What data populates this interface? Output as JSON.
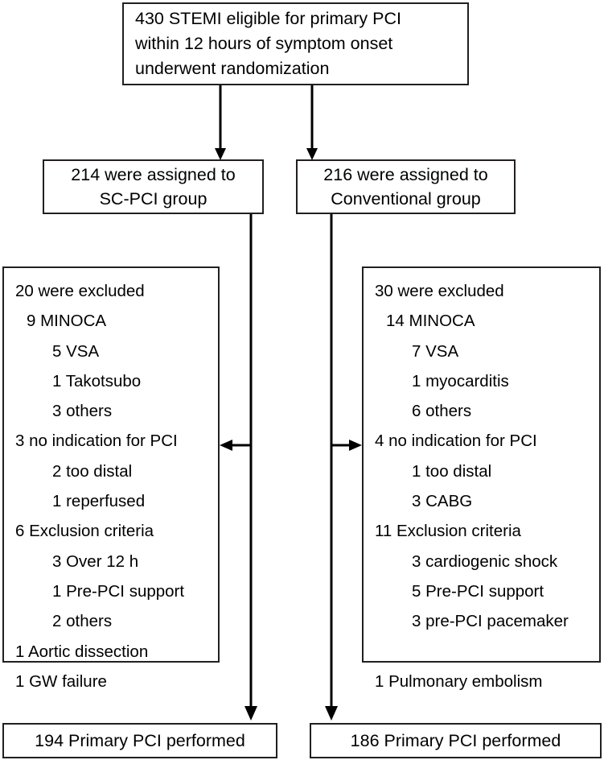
{
  "diagram": {
    "title": "STEMI primary PCI randomization CONSORT flow diagram",
    "stroke_color": "#231f20",
    "background_color": "#ffffff"
  },
  "enrollment": {
    "name": "enrollment-box",
    "lines": [
      "430 STEMI eligible for primary PCI",
      "within 12 hours of symptom onset",
      "underwent randomization"
    ]
  },
  "allocation": {
    "sc_pci": {
      "lines": [
        "214 were assigned to",
        "SC-PCI group"
      ]
    },
    "conventional": {
      "lines": [
        "216 were assigned to",
        "Conventional group"
      ]
    }
  },
  "exclusions": {
    "sc_pci": {
      "heading": "20 were excluded",
      "items": [
        {
          "text": "20 were excluded",
          "indent": 0
        },
        {
          "text": "9 MINOCA",
          "indent": 1
        },
        {
          "text": "5 VSA",
          "indent": 2
        },
        {
          "text": "1 Takotsubo",
          "indent": 2
        },
        {
          "text": "3 others",
          "indent": 2
        },
        {
          "text": "3 no indication for PCI",
          "indent": 0
        },
        {
          "text": "2 too distal",
          "indent": 2
        },
        {
          "text": "1 reperfused",
          "indent": 2
        },
        {
          "text": "6 Exclusion criteria",
          "indent": 0
        },
        {
          "text": "3 Over 12 h",
          "indent": 2
        },
        {
          "text": "1 Pre-PCI support",
          "indent": 2
        },
        {
          "text": "2 others",
          "indent": 2
        },
        {
          "text": "1 Aortic dissection",
          "indent": 0
        },
        {
          "text": "1 GW failure",
          "indent": 0
        }
      ]
    },
    "conventional": {
      "heading": "30 were excluded",
      "items": [
        {
          "text": "30 were excluded",
          "indent": 0
        },
        {
          "text": "14 MINOCA",
          "indent": 1
        },
        {
          "text": "7 VSA",
          "indent": 2
        },
        {
          "text": "1 myocarditis",
          "indent": 2
        },
        {
          "text": "6 others",
          "indent": 2
        },
        {
          "text": "4 no indication for PCI",
          "indent": 0
        },
        {
          "text": "1 too distal",
          "indent": 2
        },
        {
          "text": "3 CABG",
          "indent": 2
        },
        {
          "text": "11 Exclusion criteria",
          "indent": 0
        },
        {
          "text": "3 cardiogenic shock",
          "indent": 2
        },
        {
          "text": "5 Pre-PCI support",
          "indent": 2
        },
        {
          "text": "3 pre-PCI pacemaker",
          "indent": 2
        },
        {
          "text": "",
          "indent": 0
        },
        {
          "text": "1 Pulmonary embolism",
          "indent": 0
        }
      ]
    }
  },
  "outcome": {
    "sc_pci": {
      "lines": [
        "194 Primary PCI performed"
      ]
    },
    "conventional": {
      "lines": [
        "186 Primary PCI performed"
      ]
    }
  }
}
